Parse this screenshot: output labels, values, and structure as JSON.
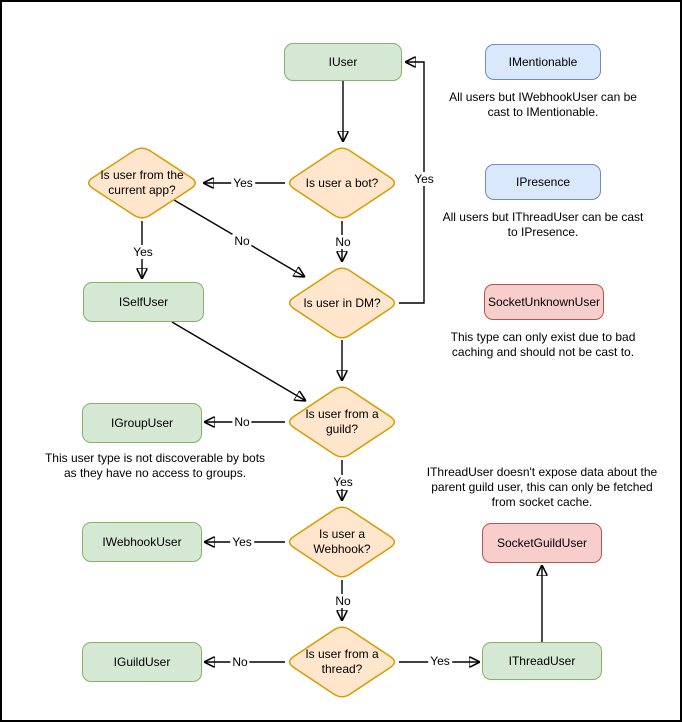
{
  "diagram": {
    "interfaces": {
      "iuser": "IUser",
      "imentionable": "IMentionable",
      "ipresence": "IPresence",
      "socketunknownuser": "SocketUnknownUser",
      "iselfuser": "ISelfUser",
      "igroupuser": "IGroupUser",
      "iwebhookuser": "IWebhookUser",
      "socketguilduser": "SocketGuildUser",
      "iguilduser": "IGuildUser",
      "ithreaduser": "IThreadUser"
    },
    "decisions": {
      "is_bot": "Is user a bot?",
      "is_current_app": "Is user from the current app?",
      "is_dm": "Is user in DM?",
      "is_guild": "Is user from a guild?",
      "is_webhook": "Is user a Webhook?",
      "is_thread": "Is user from a thread?"
    },
    "notes": {
      "mentionable": "All users but IWebhookUser can be cast to IMentionable.",
      "presence": "All users but IThreadUser can be cast to IPresence.",
      "unknown": "This type can only exist due to bad caching and should not be cast to.",
      "group": "This user type is not discoverable by bots as they have no access to groups.",
      "thread": "IThreadUser doesn't expose data about the parent guild user, this can only be fetched from socket cache."
    },
    "edge_labels": {
      "bot_yes": "Yes",
      "bot_no": "No",
      "current_app_yes": "Yes",
      "current_app_no": "No",
      "dm_yes": "Yes",
      "guild_no": "No",
      "guild_yes": "Yes",
      "webhook_yes": "Yes",
      "webhook_no": "No",
      "thread_no": "No",
      "thread_yes": "Yes"
    },
    "colors": {
      "interface_fill": "#d5e8d4",
      "interface_stroke": "#82b366",
      "decision_fill": "#ffe6cc",
      "decision_stroke": "#d79b00",
      "info_fill": "#dae8fc",
      "info_stroke": "#6c8ebf",
      "warning_fill": "#f8cecc",
      "warning_stroke": "#b85450",
      "edge": "#000000",
      "background": "#ffffff"
    }
  }
}
